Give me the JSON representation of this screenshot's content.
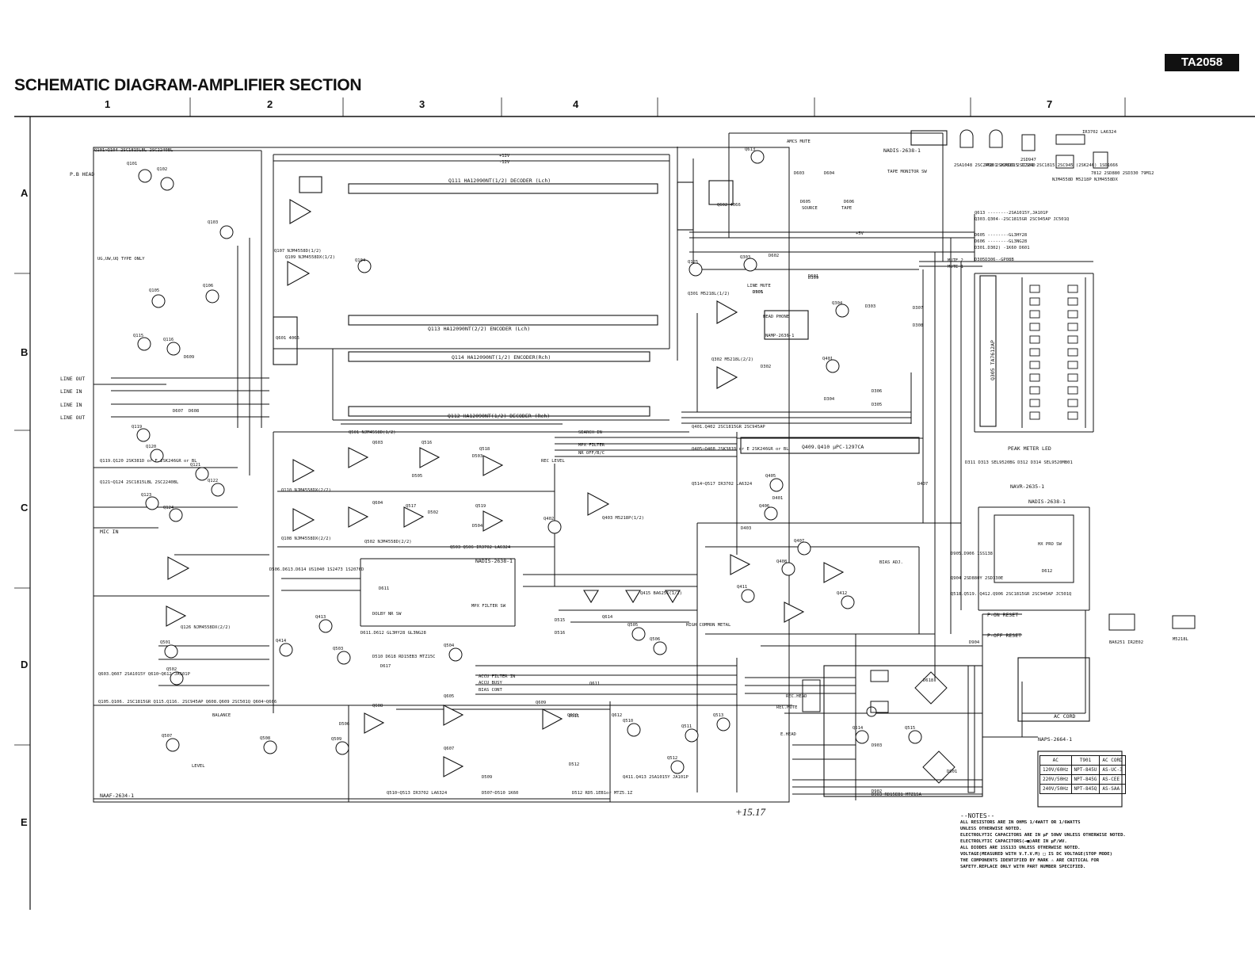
{
  "header": {
    "title": "SCHEMATIC DIAGRAM-AMPLIFIER SECTION",
    "model": "TA2058"
  },
  "grid": {
    "columns": [
      "1",
      "2",
      "3",
      "4",
      "7"
    ],
    "rows": [
      "A",
      "B",
      "C",
      "D",
      "E"
    ]
  },
  "ics": {
    "q111": "Q111 HA12090NT(1/2) DECODER (Lch)",
    "q113": "Q113 HA12090NT(2/2) ENCODER (Lch)",
    "q114": "Q114 HA12090NT(1/2) ENCODER(Rch)",
    "q112": "Q112 HA12090NT(1/2) DECODER (Rch)",
    "q305": "Q305 TA7612AP",
    "q409": "Q409.Q410 μPC-1297CA",
    "q107": "Q107 NJM4558D(1/2)",
    "q109": "Q109 NJM4558DX(1/2)",
    "q110": "Q110 NJM4558DX(2/2)",
    "q108": "Q108 NJM4558DX(2/2)",
    "q126": "Q126 NJM4558DX(2/2)",
    "q601": "Q601 4066",
    "q602": "Q602 4066",
    "q301": "Q301 M5218L(1/2)",
    "q302": "Q302 M5218L(2/2)",
    "q403": "Q403 M5218P(1/2)",
    "q415": "Q415 BA6251(1/2)",
    "q501": "Q501 NJM4558D(1/2)",
    "q502": "Q502 NJM4558D(2/2)"
  },
  "boards": {
    "nadis_top": "NADIS-2638-1",
    "nadis_mid": "NADIS-2638-1",
    "nadis_right": "NADIS-2638-1",
    "navr": "NAVR-2635-1",
    "naaf": "NAAF-2634-1",
    "naps": "NAPS-2664-1",
    "namp": "NAMP-2636-1"
  },
  "connectors": {
    "pb_head": "P.B HEAD",
    "line_out_1": "LINE OUT",
    "line_in_1": "LINE IN",
    "line_in_2": "LINE IN",
    "line_out_2": "LINE OUT",
    "mic_in": "MIC IN",
    "head_phone": "HEAD PHONE",
    "rec_head": "REC.HEAD",
    "rec_mute": "REC.MUTE",
    "e_head": "E.HEAD",
    "ac_cord": "AC CORD",
    "p_on_reset": "P-ON RESET",
    "p_off_reset": "P-OFF RESET"
  },
  "switches": {
    "tape_monitor": "TAPE MONITOR SW",
    "dolby_nr": "DOLBY NR SW",
    "mpx_filter": "MPX FILTER SW",
    "hx_pro": "HX PRO SW",
    "line_mute": "LINE MUTE",
    "amcs_mute": "AMCS MUTE",
    "peak_meter": "PEAK METER LED",
    "bias_adj": "BIAS ADJ.",
    "balance": "BALANCE",
    "level": "LEVEL",
    "rec_level": "REC LEVEL",
    "source": "SOURCE",
    "tape": "TAPE",
    "high_common_metal": "HIGH COMMON METAL"
  },
  "bus_labels": {
    "search_in": "SEARCH IN",
    "mpx_filter": "MPX FILTER",
    "nr_off_b_c": "NR OFF/B/C",
    "accu_filter_in": "ACCU FILTER IN",
    "accu_busy": "ACCU BUSY",
    "bias_cont": "BIAS CONT",
    "plus12v": "+12V",
    "minus12v": "-12V",
    "plus5v": "+5V",
    "mute1": "MUTE 1",
    "mute2": "MUTE 2",
    "ug_type": "UG,UW,UQ TYPE ONLY"
  },
  "semis_legend": {
    "q101": "Q101~Q104 2SC1815LBL 2SC2240BL",
    "q119": "Q119.Q120 2SK381D or E 2SK246GR or BL",
    "q121": "Q121~Q124 2SC1815LBL 2SC2240BL",
    "q603": "Q603.Q607 2SA1015Y Q610~Q612 JA101P",
    "q105": "Q105.Q106. 2SC1815GR Q115.Q116. 2SC945AP Q608.Q609 2SC501Q Q604~Q606",
    "q613": "Q613 --------2SA1015Y,JA101P",
    "q303": "Q303.Q304--2SC1815GR 2SC945AP JC501Q",
    "d605": "D605 --------GL3HY28",
    "d606": "D606 --------GL3NG28",
    "d301": "D301.D302) -1K60 D601",
    "d305": "D305D306--GP08B",
    "d311": "D311 D313 SEL9520BG D312 D314 SEL9520MB01",
    "q401": "Q401.Q402 2SC1815GR 2SC945AP",
    "q405": "Q405~Q408 2SK381D or E 2SK246GR or BL",
    "q514": "Q514~Q517 IR3702 LA6324",
    "q510": "Q510~Q513 IR3702 LA6324",
    "d507": "D507~D510 1K60",
    "d512": "D512 RD5.1EB1or MTZ5.1Z",
    "q411": "Q411.Q413 2SA1015Y JA101P",
    "q904": "Q904 2SD880Y 2SD330E",
    "q518": "Q518.Q519. Q412.Q906 2SC1815GR 2SC945AP JC501Q",
    "d905": "D905.D906 1SS138",
    "d903": "D903 RD15EB1 MTZ15A",
    "d506": "D506.D613.D614 US1040 1S2473 1S2076D",
    "d611": "D611.D612 GL3HY28 GL3NG28",
    "d510": "D510 D618 RD15EB3 MTZ15C",
    "q503": "Q503~Q506 IR3702 LA6324"
  },
  "parts_icons": {
    "to92": "2SA1048 2SC2458 2SK381D 2SC2240",
    "to92b": "JA101 2SA1015 JC501 2SC1815 2SC945 (2SK246) 1SD1666",
    "to126": "2SD947",
    "sip": "IR3702 LA6324",
    "dip": "NJM4558D M5218P NJM4558DX",
    "to220": "7812 2SD880 2SD330 79M12",
    "ba6251": "BA6251 IR2E02",
    "m5218l": "M5218L"
  },
  "ac_table": {
    "headers": [
      "AC",
      "T901",
      "AC CORD"
    ],
    "rows": [
      [
        "120V/60Hz",
        "NPT-845U",
        "AS-UC-3"
      ],
      [
        "220V/50Hz",
        "NPT-845G",
        "AS-CEE"
      ],
      [
        "240V/50Hz",
        "NPT-845Q",
        "AS-SAA"
      ]
    ]
  },
  "voltage_note": "+15.17",
  "notes": {
    "title": "--NOTES--",
    "lines": [
      "ALL RESISTORS ARE IN OHMS 1/4WATT OR 1/6WATTS",
      "UNLESS OTHERWISE NOTED.",
      "ELECTROLYTIC CAPACITORS ARE IN μF 50WV UNLESS OTHERWISE NOTED.",
      "ELECTROLYTIC CAPACITORS(→■)ARE IN μF/WV.",
      "ALL DIODES ARE 1SS133 UNLESS OTHERWISE NOTED.",
      "VOLTAGE(MEASURED WITH V.T.V.M) □ IS DC VOLTAGE(STOP MODE)",
      "THE COMPONENTS IDENTIFIED BY MARK ⚠ ARE CRITICAL FOR",
      "SAFETY.REPLACE ONLY WITH PART NUMBER SPECIFIED."
    ]
  },
  "transistor_labels": [
    "Q101",
    "Q102",
    "Q103",
    "Q104",
    "Q105",
    "Q106",
    "Q115",
    "Q116",
    "Q119",
    "Q120",
    "Q121",
    "Q122",
    "Q123",
    "Q124",
    "Q125",
    "Q303",
    "Q304",
    "Q401",
    "Q402",
    "Q405",
    "Q406",
    "Q407",
    "Q408",
    "Q411",
    "Q412",
    "Q413",
    "Q414",
    "Q501",
    "Q502",
    "Q503",
    "Q504",
    "Q505",
    "Q506",
    "Q507",
    "Q508",
    "Q509",
    "Q510",
    "Q511",
    "Q512",
    "Q513",
    "Q514",
    "Q515",
    "Q516",
    "Q517",
    "Q518",
    "Q519",
    "Q603",
    "Q604",
    "Q605",
    "Q607",
    "Q608",
    "Q609",
    "Q610",
    "Q611",
    "Q612",
    "Q613",
    "Q614"
  ],
  "diodes": [
    "D301",
    "D302",
    "D303",
    "D304",
    "D305",
    "D306",
    "D307",
    "D308",
    "D309",
    "D401",
    "D403",
    "D407",
    "D502",
    "D503",
    "D504",
    "D505",
    "D506",
    "D509",
    "D511",
    "D512",
    "D515",
    "D516",
    "D601",
    "D602",
    "D603",
    "D604",
    "D605",
    "D606",
    "D607",
    "D608",
    "D609",
    "D611",
    "D612",
    "D617",
    "D618",
    "D901",
    "D902",
    "D903",
    "D904",
    "D905"
  ]
}
